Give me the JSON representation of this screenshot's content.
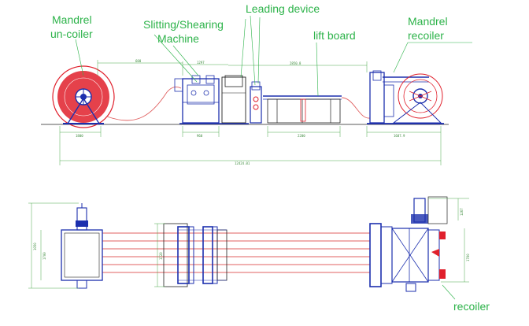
{
  "labels": {
    "mandrel_uncoiler_line1": "Mandrel",
    "mandrel_uncoiler_line2": "un-coiler",
    "slitting_line1": "Slitting/Shearing",
    "slitting_line2": "Machine",
    "leading_device": "Leading device",
    "lift_board": "lift board",
    "mandrel_recoiler_line1": "Mandrel",
    "mandrel_recoiler_line2": "recoiler",
    "recoiler": "recoiler"
  },
  "dimensions": {
    "d_uncoiler_gap": "600",
    "d_slitter_top": "1297",
    "d_recoiler_top": "2850.8",
    "d_uncoiler_base": "1800",
    "d_slitter_base": "960",
    "d_liftboard_base": "2200",
    "d_recoiler_base": "1687.9",
    "d_overall": "12424.01",
    "d_left_h1": "1050",
    "d_left_h2": "1700",
    "d_slit_h": "1720",
    "d_right_h1": "1267",
    "d_right_h2": "1700"
  },
  "colors": {
    "label_green": "#2db34a",
    "equipment_blue": "#1c2fae",
    "coil_red": "#e0202c",
    "strip_red": "#e06060",
    "dimension_green": "#4aa84a"
  }
}
